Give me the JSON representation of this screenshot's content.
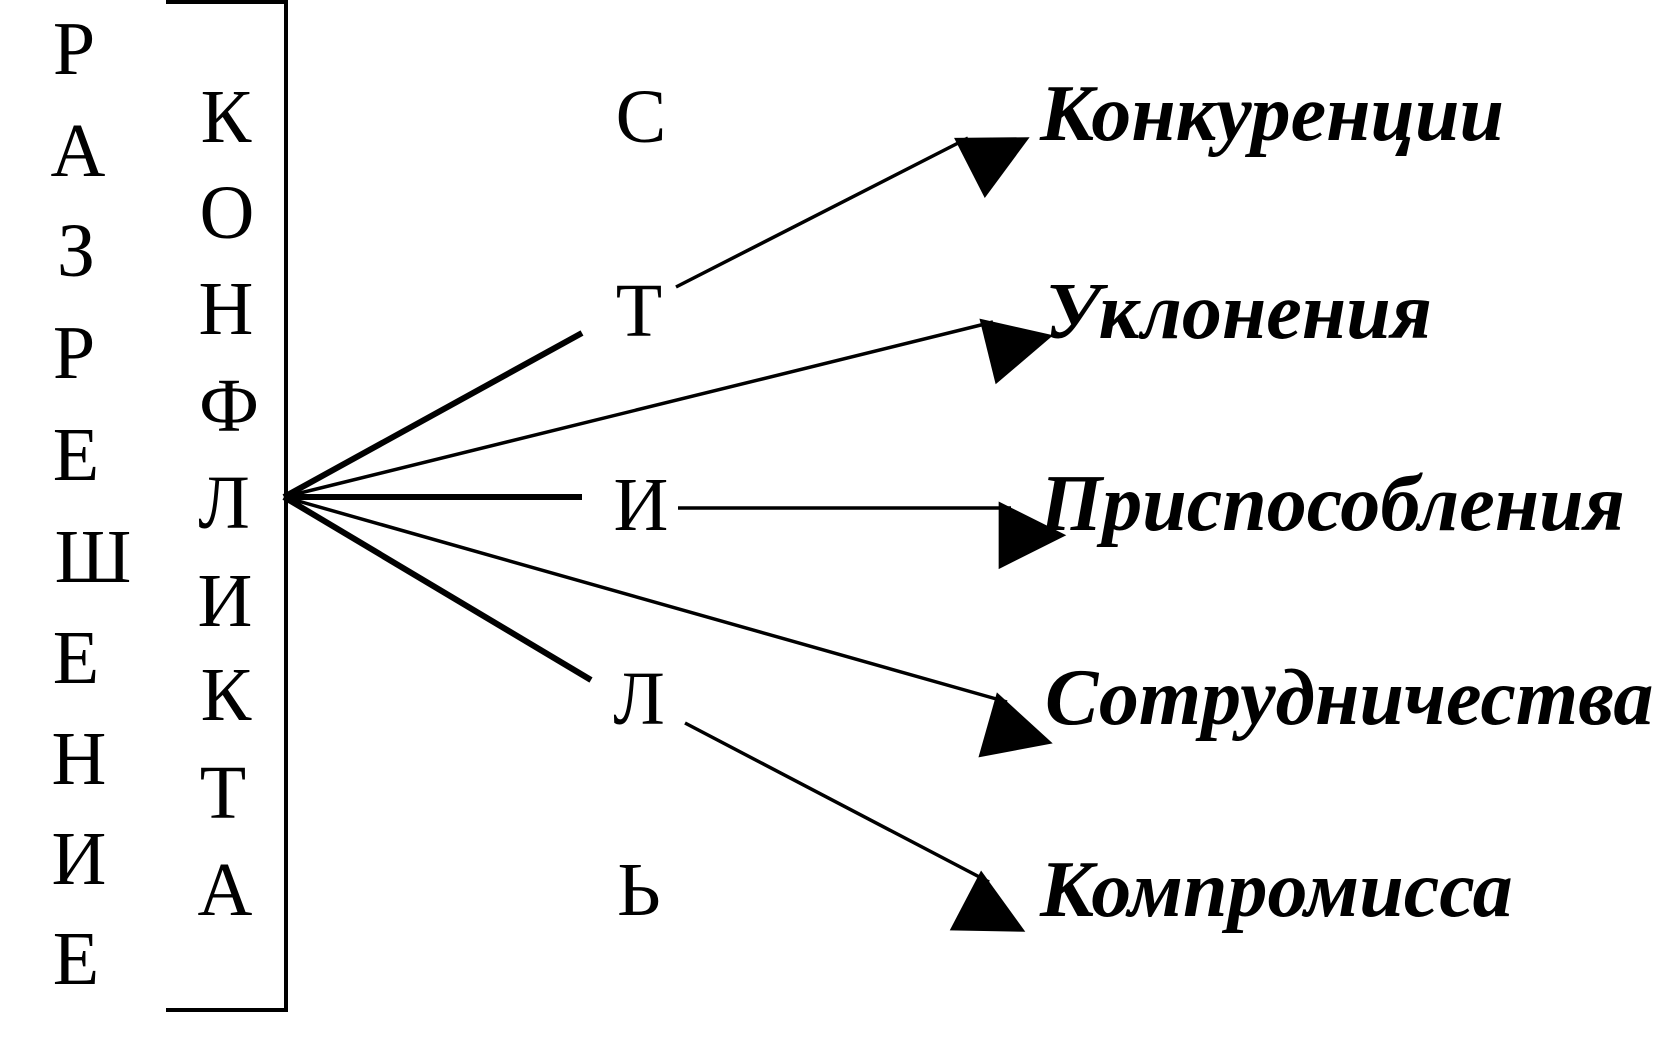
{
  "vertical_words": {
    "left": [
      "Р",
      "А",
      "З",
      "Р",
      "Е",
      "Ш",
      "Е",
      "Н",
      "И",
      "Е"
    ],
    "middle": [
      "К",
      "О",
      "Н",
      "Ф",
      "Л",
      "И",
      "К",
      "Т",
      "А"
    ],
    "right": [
      "С",
      "Т",
      "И",
      "Л",
      "Ь"
    ]
  },
  "styles": [
    "Конкуренции",
    "Уклонения",
    "Приспособления",
    "Сотрудничества",
    "Компромисса"
  ],
  "colors": {
    "ink": "#000000",
    "background": "#ffffff"
  }
}
